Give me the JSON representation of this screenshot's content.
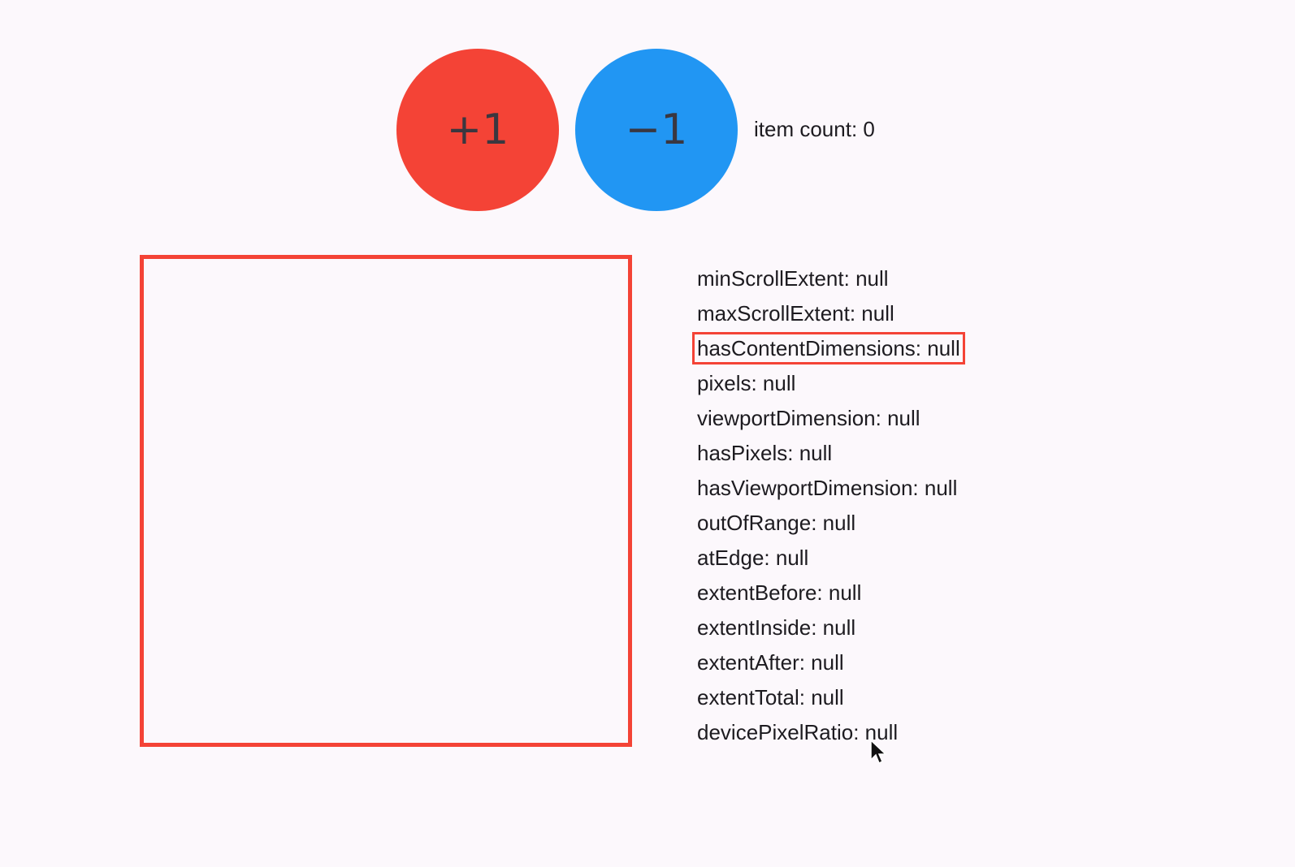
{
  "buttons": {
    "increment": {
      "label": "+1",
      "color": "#f44336"
    },
    "decrement": {
      "label": "−1",
      "color": "#2196f3"
    }
  },
  "item_count_label": "item count: 0",
  "scroll_area": {
    "border_color": "#f44336"
  },
  "metrics": [
    "minScrollExtent: null",
    "maxScrollExtent: null",
    "hasContentDimensions: null",
    "pixels: null",
    "viewportDimension: null",
    "hasPixels: null",
    "hasViewportDimension: null",
    "outOfRange: null",
    "atEdge: null",
    "extentBefore: null",
    "extentInside: null",
    "extentAfter: null",
    "extentTotal: null",
    "devicePixelRatio: null"
  ],
  "highlighted_metric_index": 2
}
